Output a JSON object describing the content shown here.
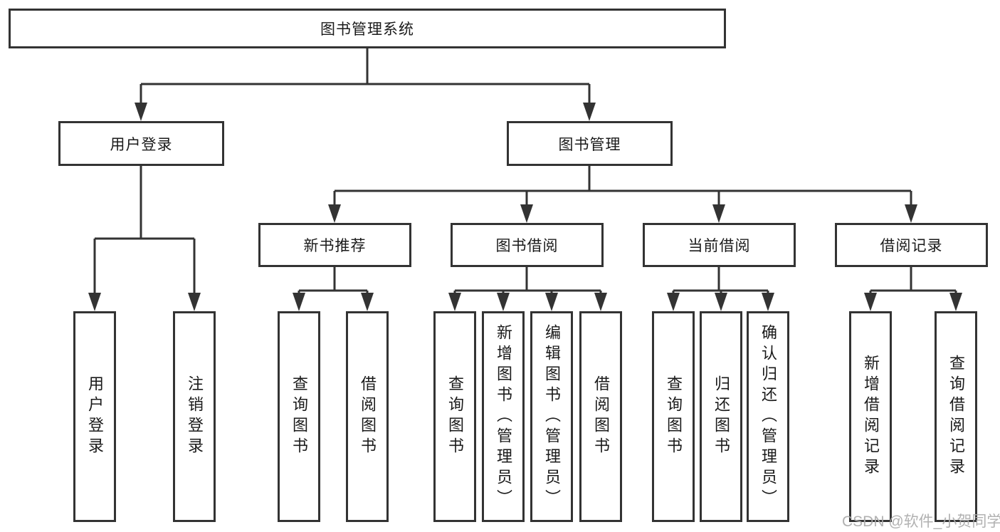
{
  "diagram": {
    "root": {
      "label": "图书管理系统"
    },
    "branches": [
      {
        "label": "用户登录",
        "children": [
          {
            "label": "用户登录"
          },
          {
            "label": "注销登录"
          }
        ]
      },
      {
        "label": "图书管理",
        "children": [
          {
            "label": "新书推荐",
            "children": [
              {
                "label": "查询图书"
              },
              {
                "label": "借阅图书"
              }
            ]
          },
          {
            "label": "图书借阅",
            "children": [
              {
                "label": "查询图书"
              },
              {
                "label": "新增图书（管理员）"
              },
              {
                "label": "编辑图书（管理员）"
              },
              {
                "label": "借阅图书"
              }
            ]
          },
          {
            "label": "当前借阅",
            "children": [
              {
                "label": "查询图书"
              },
              {
                "label": "归还图书"
              },
              {
                "label": "确认归还（管理员）"
              }
            ]
          },
          {
            "label": "借阅记录",
            "children": [
              {
                "label": "新增借阅记录"
              },
              {
                "label": "查询借阅记录"
              }
            ]
          }
        ]
      }
    ]
  },
  "watermark": {
    "text": "CSDN @软件_小贺同学"
  },
  "colors": {
    "line": "#333333",
    "box_border": "#333333",
    "text": "#1a1a1a",
    "watermark": "#ababab",
    "background": "#ffffff"
  }
}
